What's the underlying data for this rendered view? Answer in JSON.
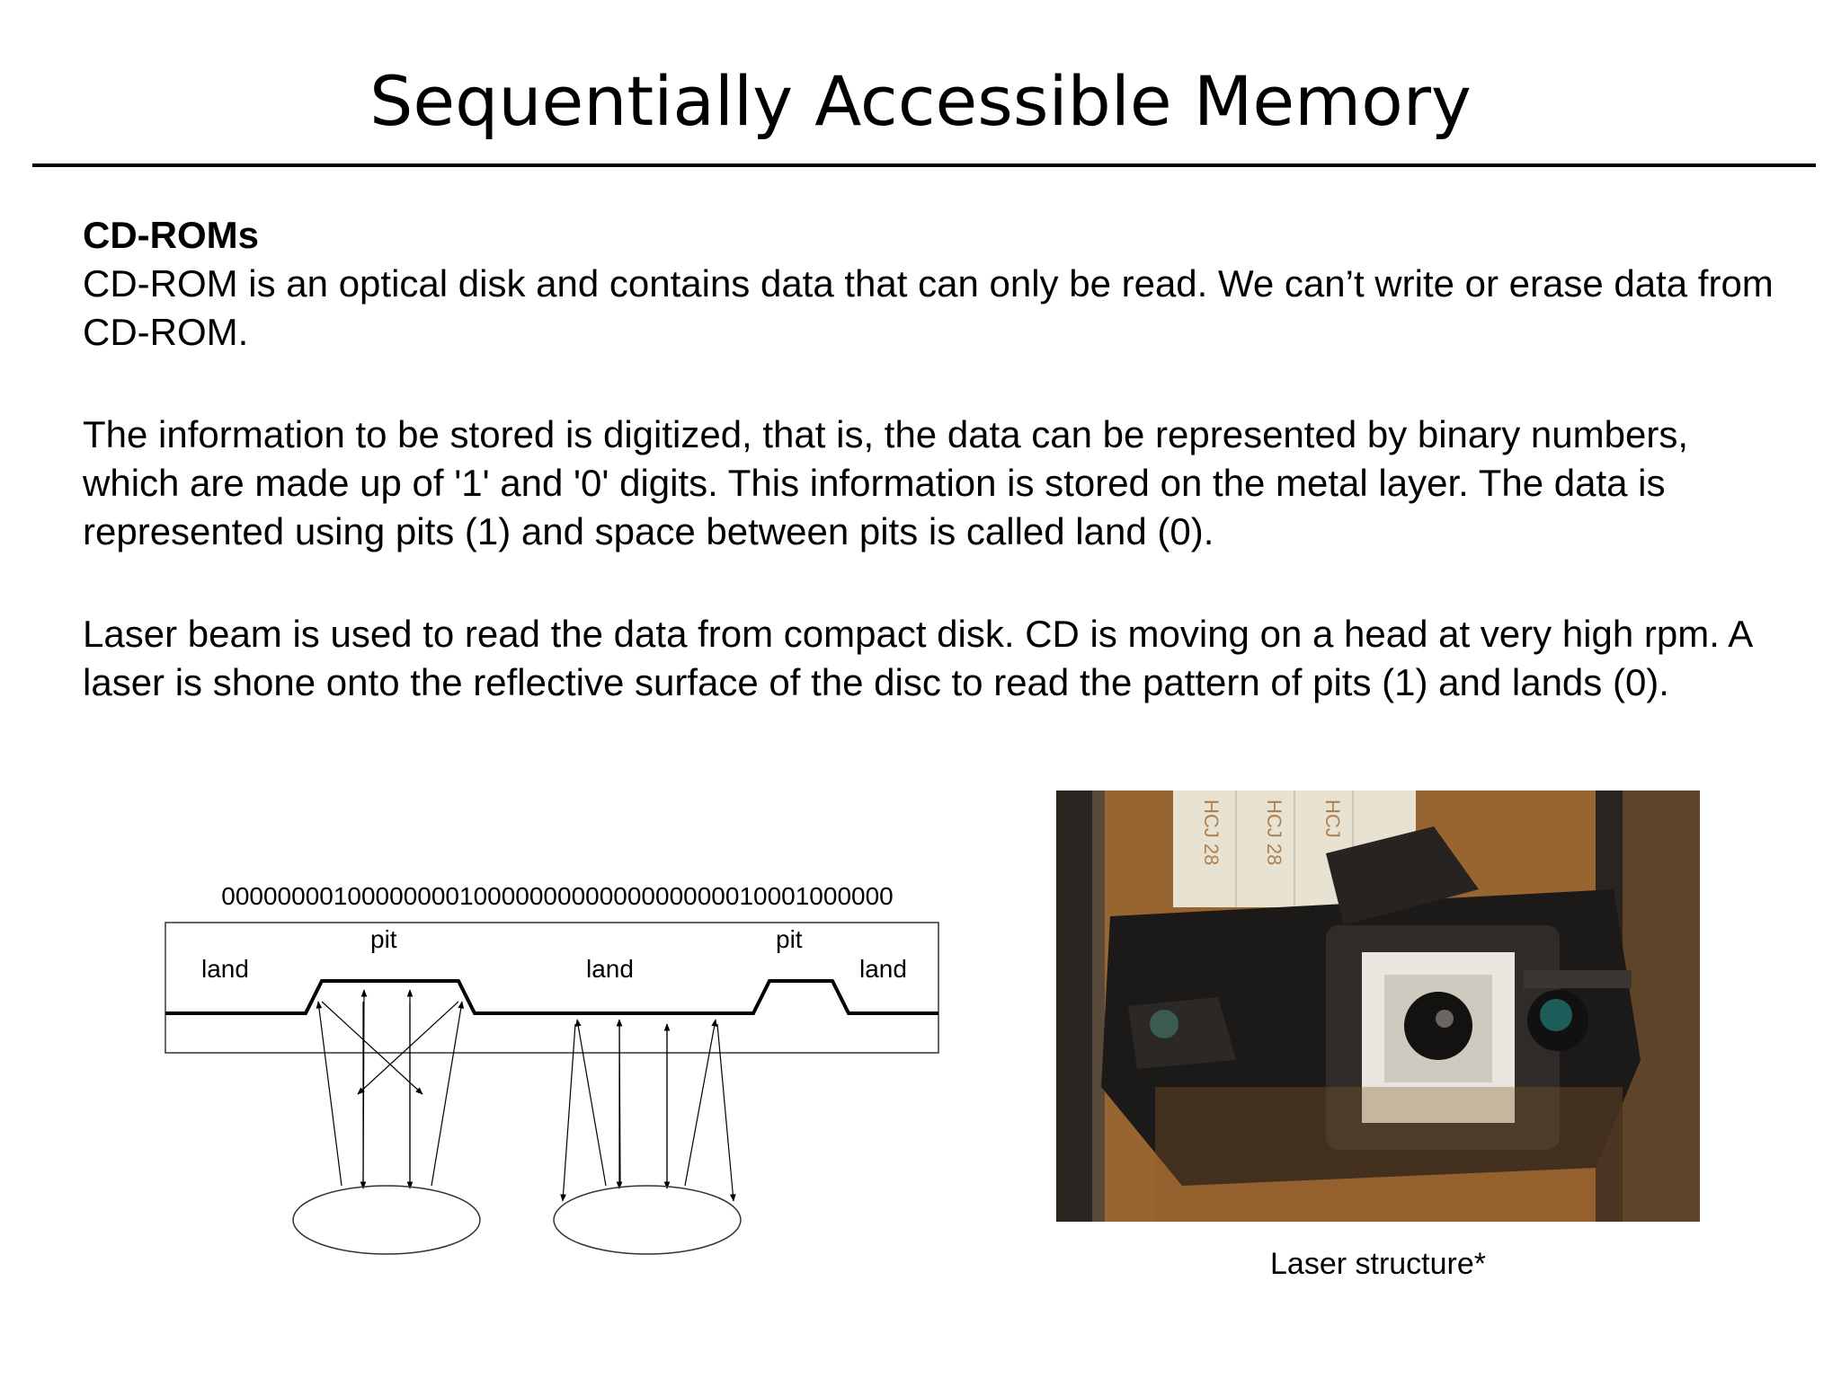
{
  "slide": {
    "title": "Sequentially Accessible Memory",
    "heading": "CD-ROMs",
    "paragraphs": [
      "CD-ROM is an optical disk and contains data that can only be read. We can’t write or erase data from CD-ROM.",
      "The information to be stored is digitized, that is, the data can be represented by binary numbers, which are made up of '1' and '0' digits. This information is stored on the metal layer. The data is represented using pits (1) and space between pits is called land (0).",
      "Laser beam is used to read the data from compact disk. CD is moving on a head at very high rpm. A laser is shone onto the reflective surface of the disc to read the pattern of pits (1) and lands (0)."
    ]
  },
  "diagram": {
    "bits": "000000001000000001000000000000000000010001000000",
    "labels": {
      "land_left": "land",
      "pit_left": "pit",
      "land_middle": "land",
      "pit_right": "pit",
      "land_right": "land"
    }
  },
  "photo": {
    "caption": "Laser structure*",
    "ribbon_text": [
      "HCJ 28",
      "HCJ 28",
      "HCJ"
    ],
    "colors": {
      "background": "#8a5a2a",
      "wood": "#b07a3e",
      "plastic": "#1c1a18",
      "ribbon": "#e8e2d2"
    }
  }
}
